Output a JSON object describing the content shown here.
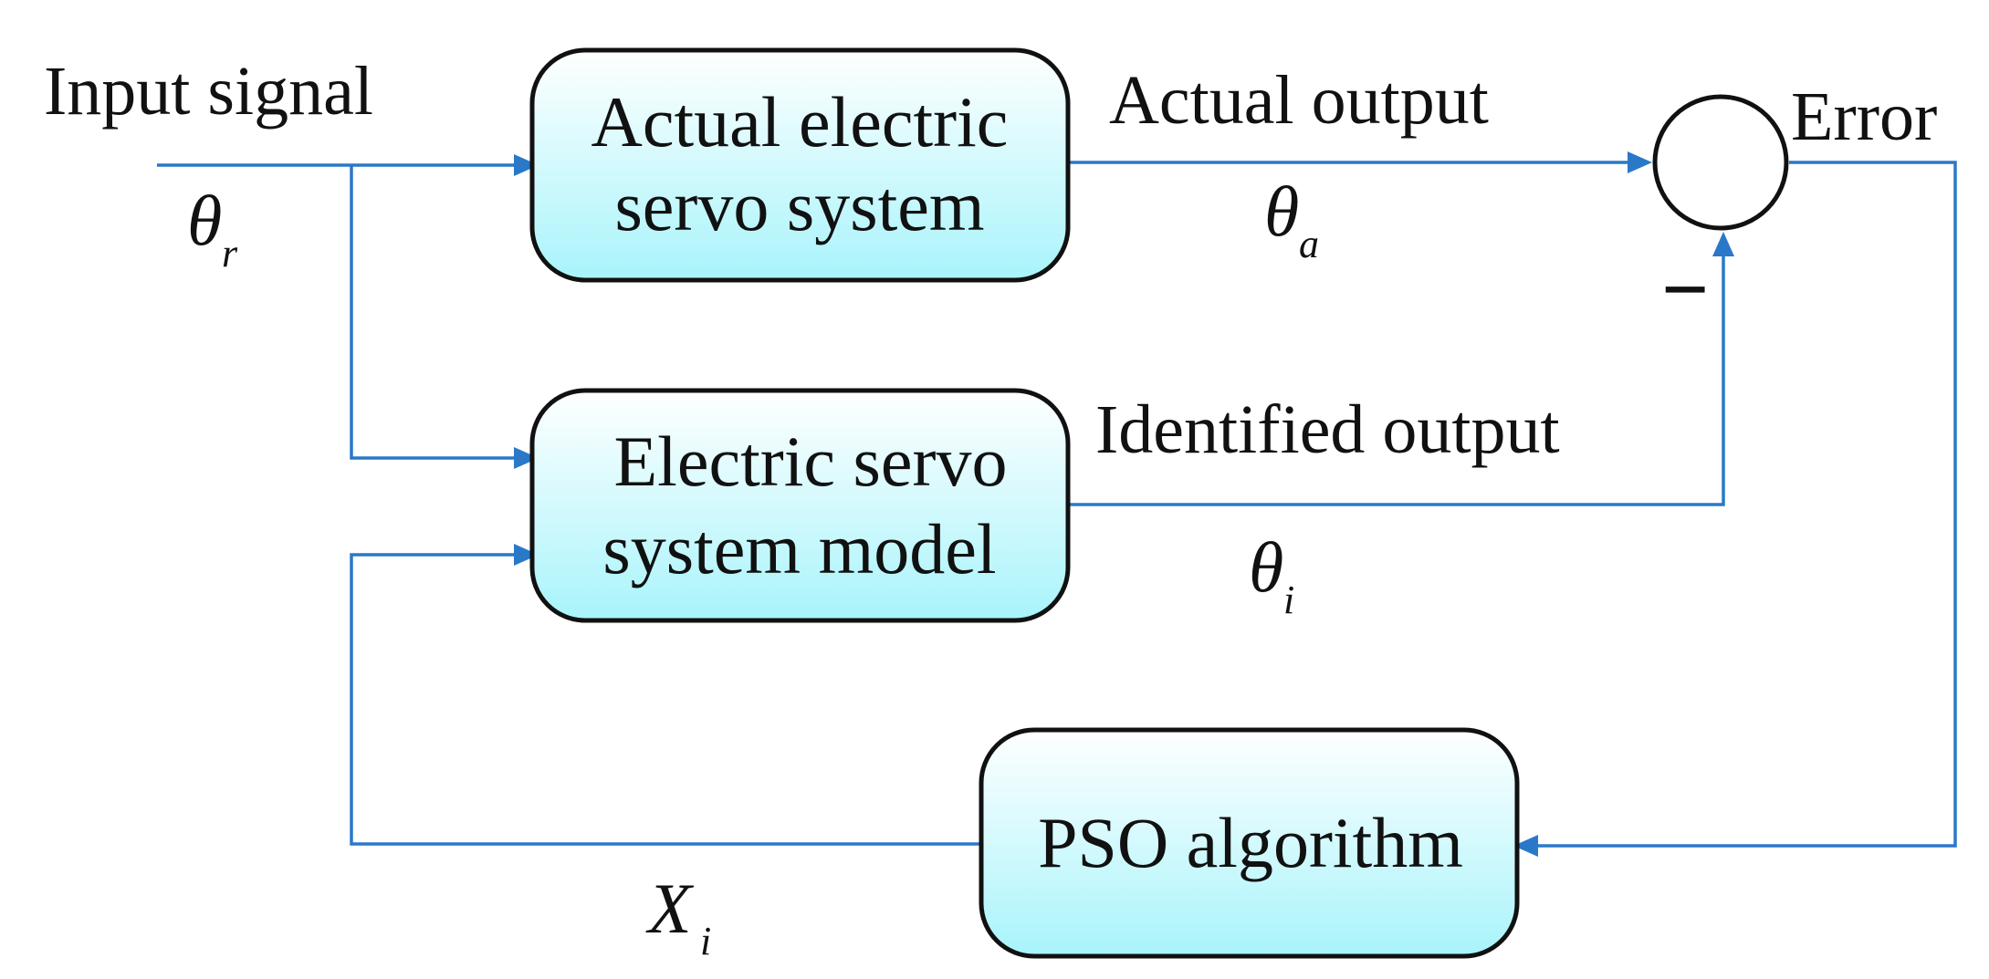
{
  "colors": {
    "wire": "#2a78c8",
    "box_fill_top": "#ffffff",
    "box_fill_bottom": "#a8f4fb",
    "stroke": "#111111"
  },
  "labels": {
    "input_signal": "Input signal",
    "actual_output": "Actual output",
    "identified_output": "Identified output",
    "error": "Error",
    "minus": "−"
  },
  "symbols": {
    "theta_r": {
      "main": "θ",
      "sub": "r"
    },
    "theta_a": {
      "main": "θ",
      "sub": "a"
    },
    "theta_i": {
      "main": "θ",
      "sub": "i"
    },
    "x_i": {
      "main": "X",
      "sub": "i"
    }
  },
  "blocks": {
    "actual_system": {
      "line1": "Actual electric",
      "line2": "servo system"
    },
    "model": {
      "line1": "Electric servo",
      "line2": "system model"
    },
    "pso": {
      "line1": "PSO algorithm"
    }
  }
}
